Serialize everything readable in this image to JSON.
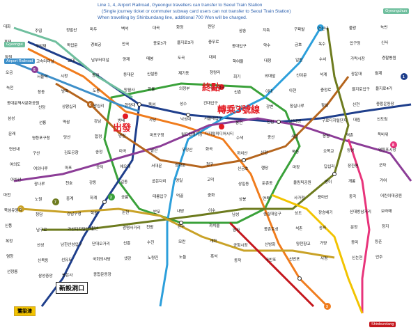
{
  "notes": {
    "line1": "Line 1, 4, Airport Railroad, Gyeongui  travellers can transfer to Seoul  Train Station",
    "line2": "(Single journey ticket or commuter subway card users can not transfer to Seoul Train Station)",
    "line3": "When travelling by Shinbundang line, additional 700 Won will be charged."
  },
  "colors": {
    "line1": "#1f3f8c",
    "line2": "#3aa13a",
    "line3": "#f07c1d",
    "line4": "#2c9fdb",
    "line5": "#8c3d97",
    "line6": "#b5651d",
    "line7": "#6d7b1e",
    "line8": "#e8347b",
    "line9": "#c9a227",
    "airport": "#3d8fc9",
    "shinbundang": "#c4161c",
    "gyeongui": "#6fbf9e",
    "bundang": "#f2c300",
    "annotation": "#e31b23"
  },
  "badges": {
    "airport": "Airport Railroad",
    "gyeongui": "Gyeongui",
    "gyeongchun": "Gyeongchun",
    "shinbundang": "Shinbundang"
  },
  "annotations": {
    "start": "出發",
    "end": "終點",
    "transfer": "轉乘3號線"
  },
  "boxes": {
    "dongmyo": "新設洞口",
    "bundang_end": "鷺梁津"
  },
  "stations": [
    "대화",
    "주엽",
    "정발산",
    "마두",
    "백석",
    "대곡",
    "화정",
    "원당",
    "삼송",
    "지축",
    "구파발",
    "연신내",
    "불광",
    "녹번",
    "홍제",
    "무악재",
    "독립문",
    "경복궁",
    "안국",
    "종로3가",
    "을지로3가",
    "충무로",
    "동대입구",
    "약수",
    "금호",
    "옥수",
    "압구정",
    "신사",
    "잠원",
    "고속터미널",
    "교대",
    "남부터미널",
    "양재",
    "매봉",
    "도곡",
    "대치",
    "학여울",
    "대청",
    "일원",
    "수서",
    "가락시장",
    "경찰병원",
    "오금",
    "서울역",
    "시청",
    "종각",
    "동대문",
    "신설동",
    "제기동",
    "청량리",
    "회기",
    "외대앞",
    "신이문",
    "석계",
    "광운대",
    "월계",
    "녹천",
    "창동",
    "방학",
    "도봉",
    "망월사",
    "회룡",
    "의정부",
    "홍대입구",
    "신촌",
    "이대",
    "아현",
    "충정로",
    "을지로입구",
    "을지로4가",
    "동대문역사문화공원",
    "신당",
    "상왕십리",
    "왕십리",
    "한양대",
    "뚝섬",
    "성수",
    "건대입구",
    "구의",
    "강변",
    "잠실나루",
    "잠실",
    "신천",
    "종합운동장",
    "삼성",
    "선릉",
    "역삼",
    "강남",
    "방배",
    "사당",
    "낙성대",
    "서울대입구",
    "봉천",
    "신림",
    "신대방",
    "구로디지털단지",
    "대림",
    "신도림",
    "문래",
    "영등포구청",
    "당산",
    "합정",
    "망원",
    "마포구청",
    "월드컵경기장",
    "디지털미디어시티",
    "수색",
    "증산",
    "새절",
    "응암",
    "역촌",
    "독바위",
    "연신내",
    "구산",
    "김포공항",
    "송정",
    "마곡",
    "발산",
    "우장산",
    "화곡",
    "까치산",
    "신정",
    "목동",
    "오목교",
    "양평",
    "영등포시장",
    "여의도",
    "여의나루",
    "마포",
    "공덕",
    "애오개",
    "서대문",
    "광화문",
    "청구",
    "신금호",
    "행당",
    "마장",
    "답십리",
    "장한평",
    "군자",
    "아차산",
    "광나루",
    "천호",
    "강동",
    "길동",
    "굽은다리",
    "명일",
    "고덕",
    "상일동",
    "둔촌동",
    "올림픽공원",
    "방이",
    "개롱",
    "거여",
    "마천",
    "노원",
    "중계",
    "하계",
    "공릉",
    "태릉입구",
    "먹골",
    "중화",
    "상봉",
    "면목",
    "사가정",
    "용마산",
    "중곡",
    "어린이대공원",
    "뚝섬유원지",
    "청담",
    "강남구청",
    "학동",
    "논현",
    "반포",
    "내방",
    "이수",
    "남성",
    "숭실대입구",
    "상도",
    "장승배기",
    "신대방삼거리",
    "보라매",
    "신풍",
    "남구로",
    "가산디지털단지",
    "철산",
    "광명사거리",
    "천왕",
    "온수",
    "까치울",
    "암사",
    "몽촌토성",
    "석촌",
    "송파",
    "문정",
    "장지",
    "복정",
    "산성",
    "남한산성입구",
    "단대오거리",
    "신흥",
    "수진",
    "모란",
    "개화",
    "공항시장",
    "신방화",
    "양천향교",
    "가양",
    "증미",
    "등촌",
    "염창",
    "신목동",
    "선유도",
    "국회의사당",
    "샛강",
    "노량진",
    "노들",
    "흑석",
    "동작",
    "구반포",
    "신반포",
    "사평",
    "신논현",
    "언주",
    "선정릉",
    "삼성중앙",
    "봉은사",
    "종합운동장"
  ]
}
